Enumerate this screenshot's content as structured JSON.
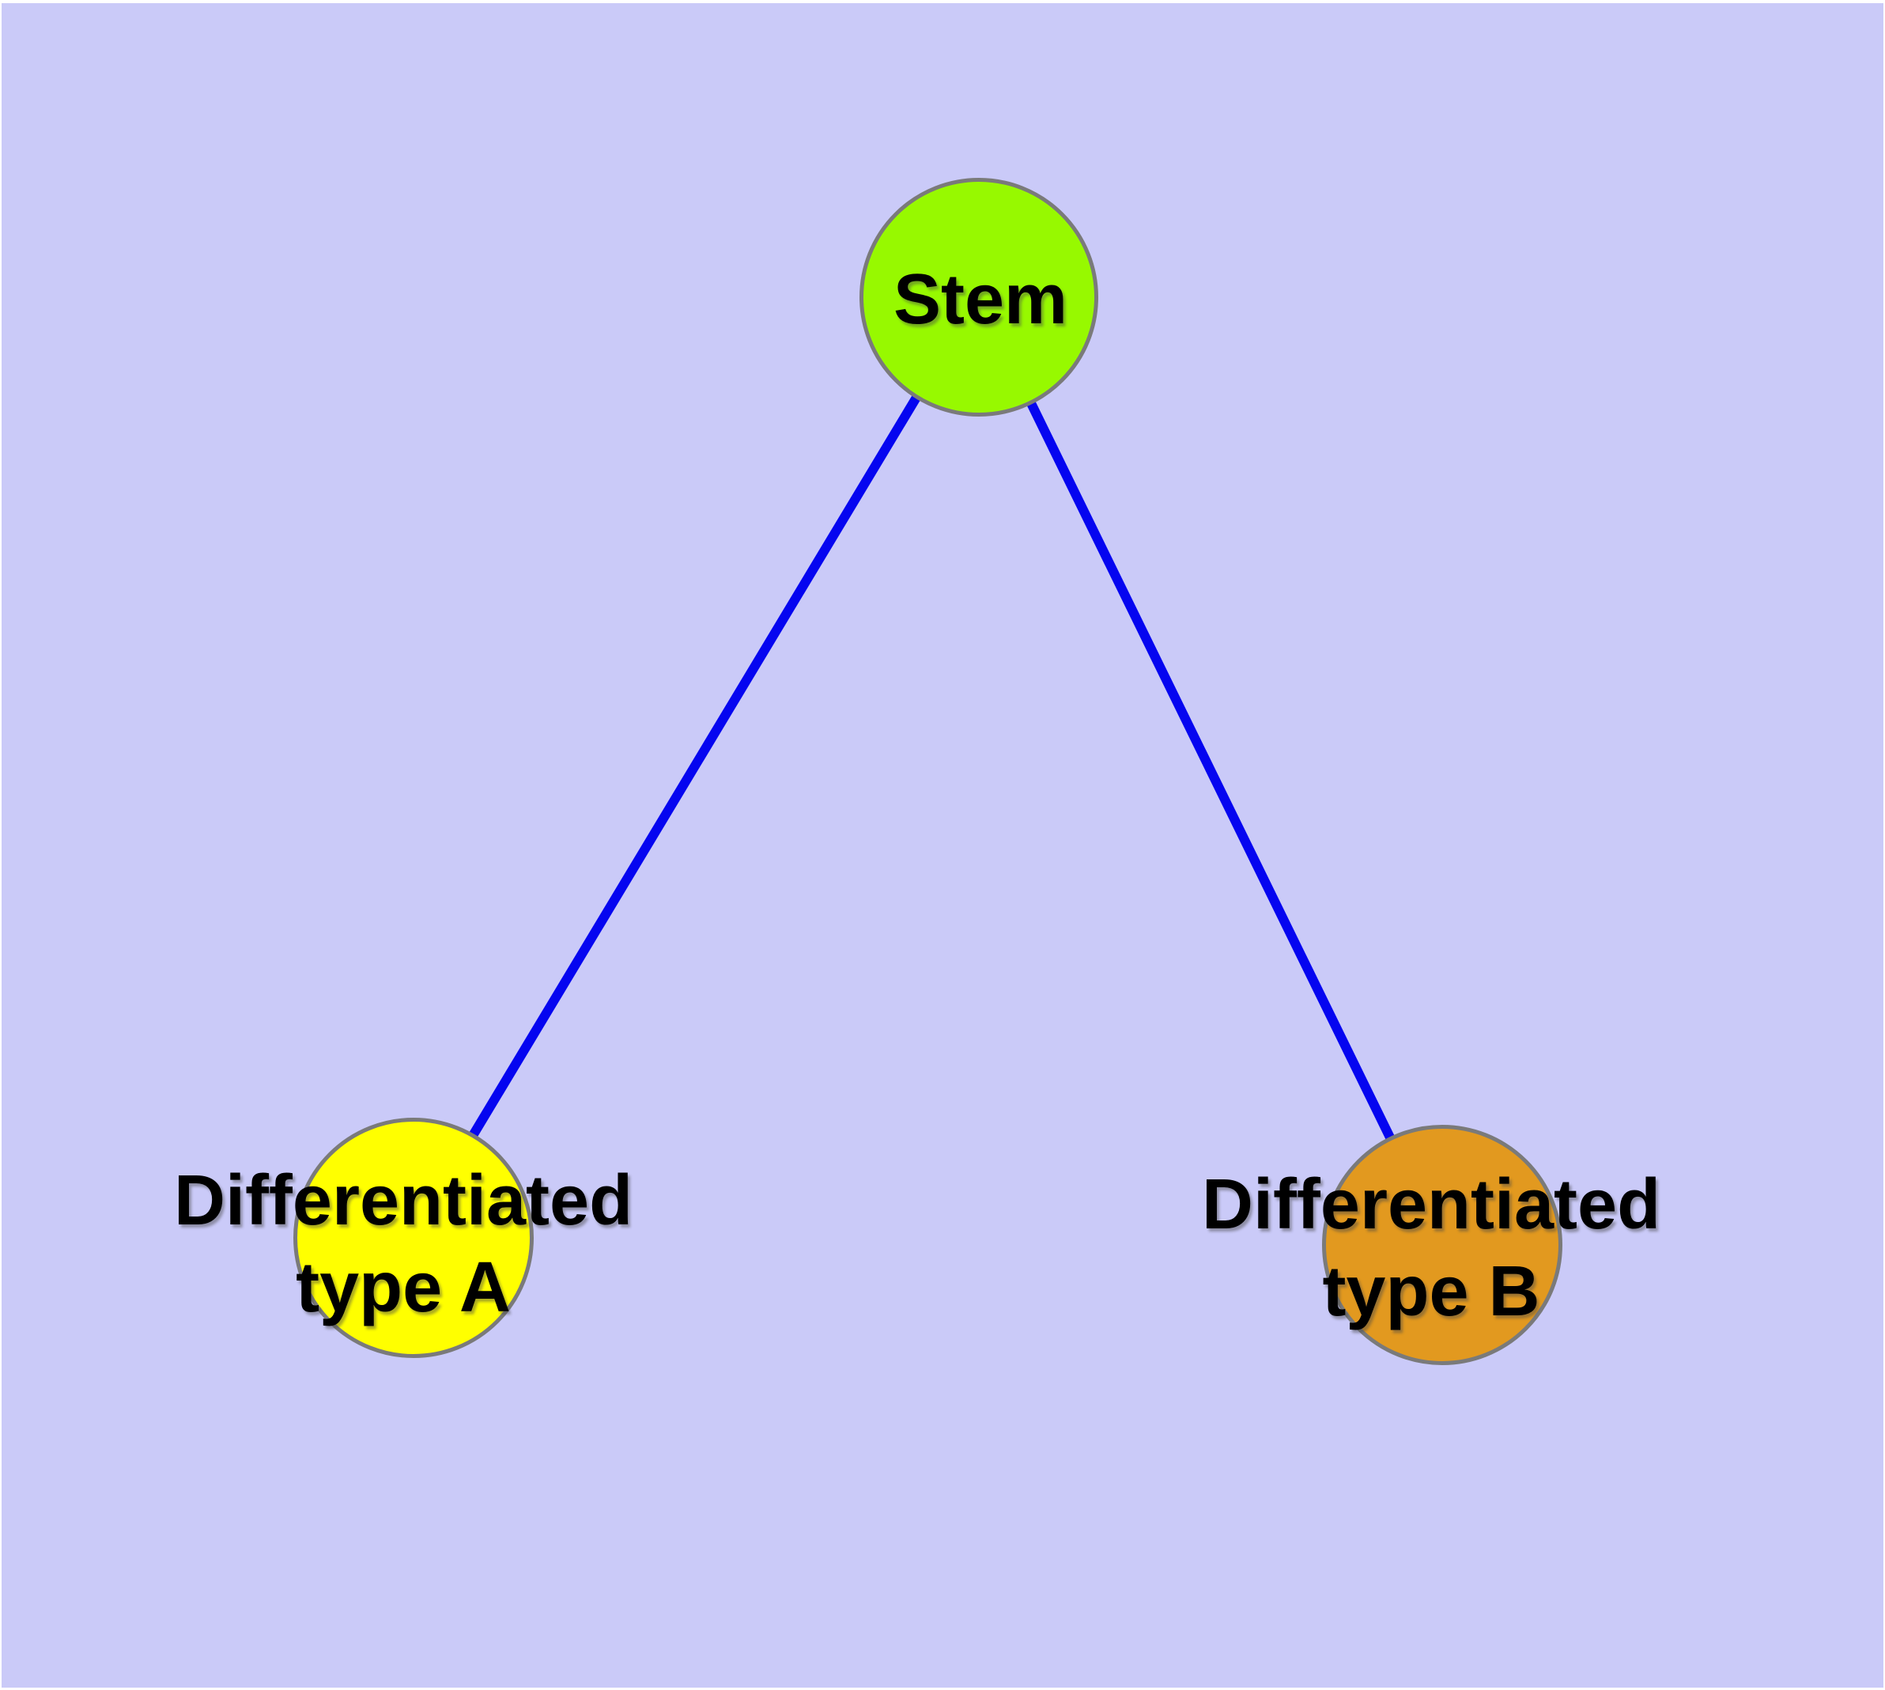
{
  "diagram": {
    "background_color": "#CACAF8",
    "frame_color": "#FFFFFF",
    "edge_color": "#0505F0",
    "node_border_color": "#7A7A7A",
    "label_color": "#000000",
    "nodes": [
      {
        "id": "stem",
        "label": "Stem",
        "fill": "#97F900"
      },
      {
        "id": "differentiated-type-a",
        "label_line1": "Differentiated",
        "label_line2": "type A",
        "fill": "#FFFF00"
      },
      {
        "id": "differentiated-type-b",
        "label_line1": "Differentiated",
        "label_line2": "type B",
        "fill": "#E2991F"
      }
    ],
    "edges": [
      {
        "from": "stem",
        "to": "differentiated-type-a"
      },
      {
        "from": "stem",
        "to": "differentiated-type-b"
      }
    ]
  }
}
